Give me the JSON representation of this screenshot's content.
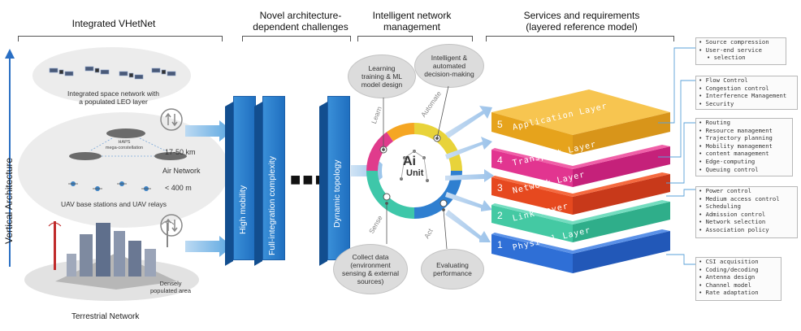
{
  "headers": {
    "integrated": "Integrated VHetNet",
    "challenges": "Novel architecture-\ndependent challenges",
    "management": "Intelligent network\nmanagement",
    "services": "Services and requirements\n(layered reference model)"
  },
  "left": {
    "vertical_label": "Vertical Architecture",
    "space_text": "Integrated space network with\na populated LEO layer",
    "air_altitude": "17-50 km",
    "air_label": "Air Network",
    "uav_altitude": "< 400 m",
    "uav_text": "UAV base stations and UAV relays",
    "haps_text": "HAPS\nmega-constellation",
    "dense_text": "Densely\npopulated area",
    "terrestrial_label": "Terrestrial Network"
  },
  "challenges": {
    "items": [
      "High mobility",
      "Full-integration complexity",
      "Dynamic topology"
    ]
  },
  "management": {
    "clouds": [
      "Learning\ntraining & ML\nmodel design",
      "Intelligent &\nautomated\ndecision-making",
      "Collect data\n(environment\nsensing & external\nsources)",
      "Evaluating\nperformance"
    ],
    "cycle": [
      "Learn",
      "Automate",
      "Sense",
      "Act"
    ],
    "center_top": "Ai",
    "center_bottom": "Unit",
    "colors": {
      "learn": "#f5a623",
      "automate": "#e8d33a",
      "act": "#2f7fd0",
      "sense": "#3ec7a9",
      "magenta": "#e03b8c"
    }
  },
  "layers": [
    {
      "num": "5",
      "name": "Application Layer",
      "color": "#f3b22c"
    },
    {
      "num": "4",
      "name": "Transport Layer",
      "color": "#e0318a"
    },
    {
      "num": "3",
      "name": "Network Layer",
      "color": "#e2421c"
    },
    {
      "num": "2",
      "name": "Link Layer",
      "color": "#3ec8a3"
    },
    {
      "num": "1",
      "name": "Physical Layer",
      "color": "#2f6fd6"
    }
  ],
  "requirements": [
    [
      "Source compression",
      "User-end service",
      "selection"
    ],
    [
      "Flow Control",
      "Congestion control",
      "Interference Management",
      "Security"
    ],
    [
      "Routing",
      "Resource management",
      "Trajectory planning",
      "Mobility management",
      "content management",
      "Edge-computing",
      "Queuing control"
    ],
    [
      "Power control",
      "Medium access control",
      "Scheduling",
      "Admission control",
      "Network selection",
      "Association policy"
    ],
    [
      "CSI acquisition",
      "Coding/decoding",
      "Antenna design",
      "Channel model",
      "Rate adaptation"
    ]
  ]
}
